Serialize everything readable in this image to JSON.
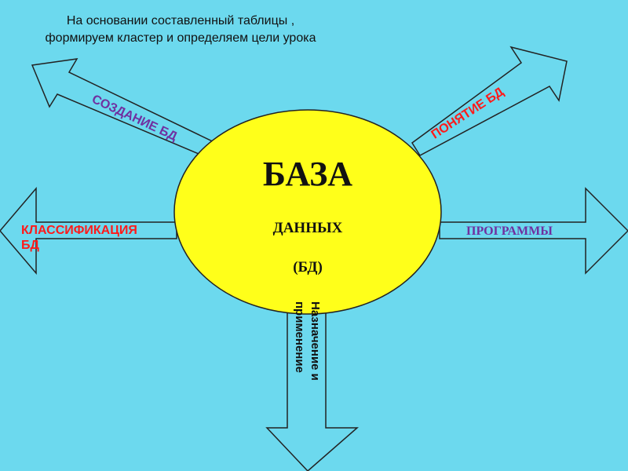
{
  "heading": {
    "line1": "На основании составленный таблицы ,",
    "line2": "формируем кластер и определяем цели урока"
  },
  "center": {
    "title": "БАЗА",
    "line2": "ДАННЫХ",
    "line3": "(БД)"
  },
  "branches": {
    "creation": "СОЗДАНИЕ БД",
    "concept": "ПОНЯТИЕ БД",
    "classification_line1": "КЛАССИФИКАЦИЯ",
    "classification_line2": "БД",
    "programs": "ПРОГРАММЫ",
    "purpose_line1": "Назначение и",
    "purpose_line2": "применение"
  },
  "colors": {
    "background": "#6cd9ee",
    "ellipse": "#ffff1a",
    "purple": "#7030a0",
    "red": "#ff1a1a"
  }
}
